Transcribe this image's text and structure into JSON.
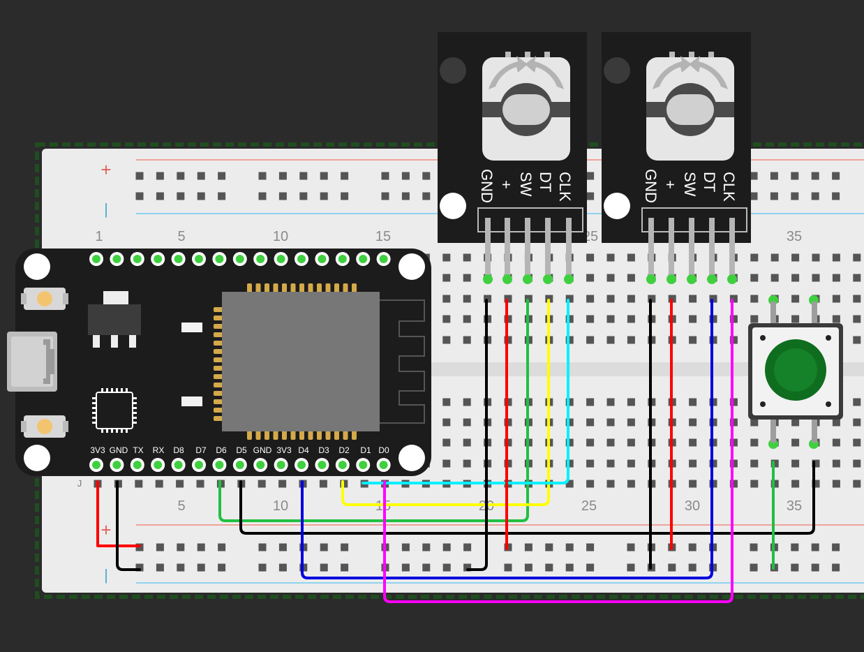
{
  "canvas": {
    "background": "#2b2b2b"
  },
  "breadboard": {
    "plus_label": "+",
    "minus_label": "|",
    "row_j_label": "J",
    "column_labels_top": [
      "1",
      "5",
      "10",
      "15",
      "25",
      "35"
    ],
    "column_labels_bottom": [
      "5",
      "10",
      "15",
      "20",
      "25",
      "30",
      "35"
    ],
    "colors": {
      "body": "#ececec",
      "hole": "#555555",
      "rail_plus": "#f0a39a",
      "rail_minus": "#8fd3ef",
      "active_hole": "#3fd03f"
    }
  },
  "esp32": {
    "pin_labels": [
      "3V3",
      "GND",
      "TX",
      "RX",
      "D8",
      "D7",
      "D6",
      "D5",
      "GND",
      "3V3",
      "D4",
      "D3",
      "D2",
      "D1",
      "D0"
    ]
  },
  "encoders": [
    {
      "pin_labels": [
        "GND",
        "+",
        "SW",
        "DT",
        "CLK"
      ]
    },
    {
      "pin_labels": [
        "GND",
        "+",
        "SW",
        "DT",
        "CLK"
      ]
    }
  ],
  "pushbutton": {
    "cap_color": "#0f6d1f"
  },
  "wire_colors": {
    "red": "#ff0000",
    "black": "#000000",
    "green": "#20c040",
    "yellow": "#ffff00",
    "cyan": "#00f0ff",
    "blue": "#0000e0",
    "magenta": "#ff00ff"
  }
}
